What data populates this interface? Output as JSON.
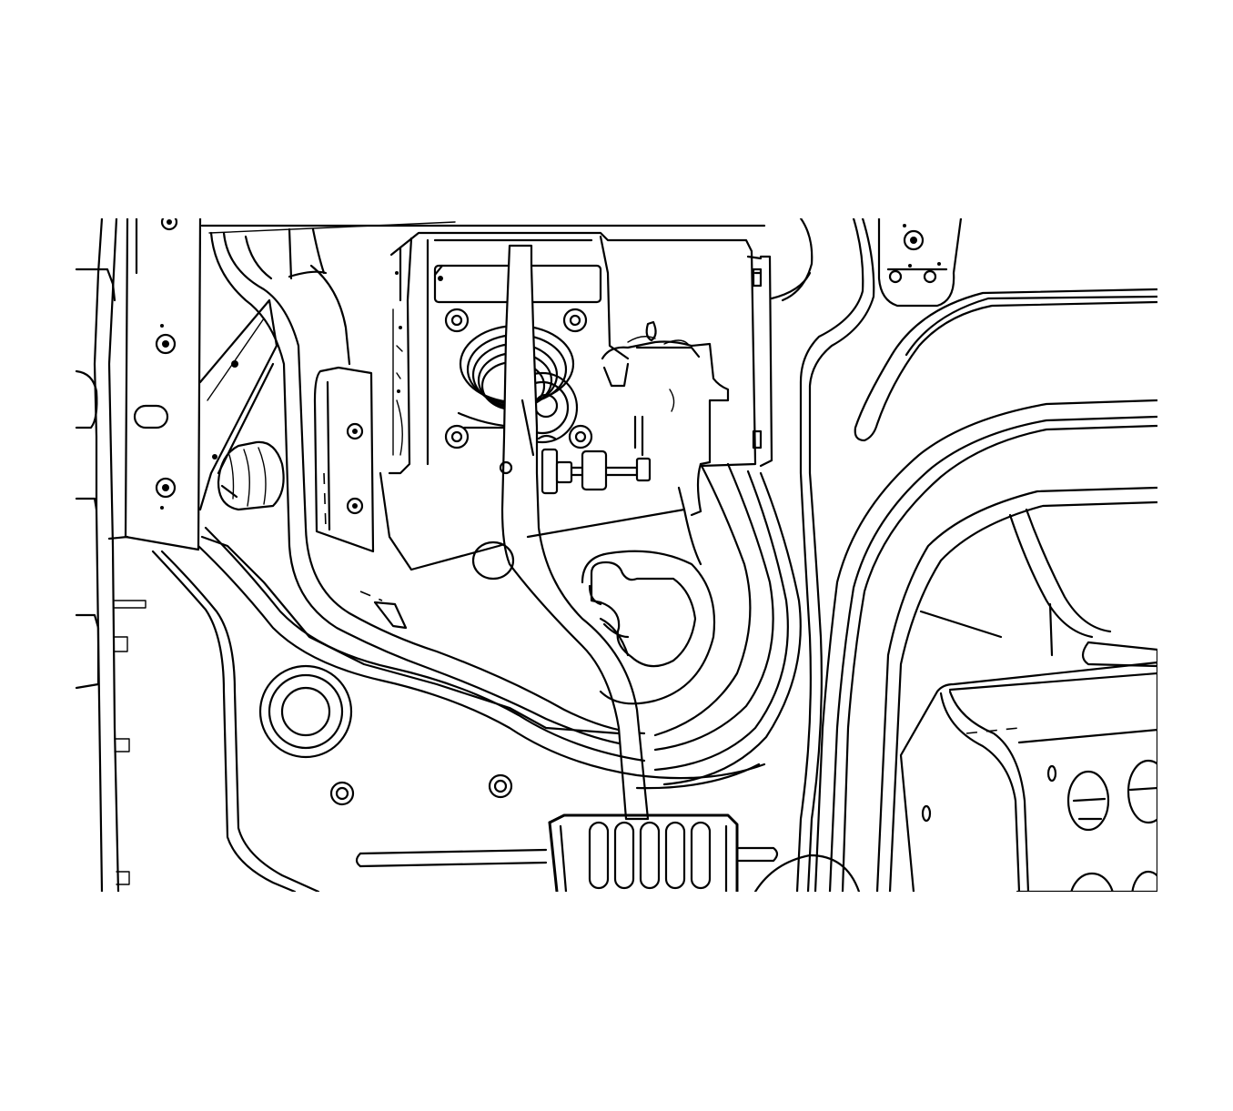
{
  "figure": {
    "stroke_color": "#000000",
    "background_color": "#ffffff",
    "components": [
      "floor-panel",
      "left-kick-panel-bracket",
      "dash-reinforcement-channel",
      "pedal-mounting-bracket",
      "brake-booster-pushrod",
      "brake-pedal-arm",
      "brake-pedal-pad",
      "transmission-tunnel",
      "seat-frame"
    ]
  }
}
